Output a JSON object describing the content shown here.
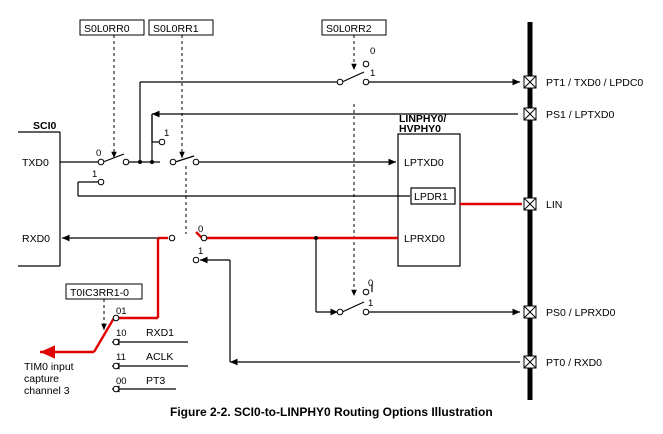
{
  "figure": {
    "caption": "Figure 2-2. SCI0-to-LINPHY0 Routing Options Illustration"
  },
  "registers": {
    "s0l0rr0": "S0L0RR0",
    "s0l0rr1": "S0L0RR1",
    "s0l0rr2": "S0L0RR2",
    "t0ic3rr": "T0IC3RR1-0"
  },
  "sci": {
    "title": "SCI0",
    "txd": "TXD0",
    "rxd": "RXD0"
  },
  "linphy": {
    "title_line1": "LINPHY0/",
    "title_line2": "HVPHY0",
    "lptxd": "LPTXD0",
    "lpdr": "LPDR1",
    "lprxd": "LPRXD0"
  },
  "pins": {
    "pt1": "PT1 / TXD0 / LPDC0",
    "ps1": "PS1 / LPTXD0",
    "lin": "LIN",
    "ps0": "PS0 / LPRXD0",
    "pt0": "PT0 / RXD0"
  },
  "switch_states": {
    "rr0_0": "0",
    "rr0_1": "1",
    "rr1_1": "1",
    "rr1_0": "0",
    "rr1_1b": "1",
    "rr2a_0": "0",
    "rr2a_1": "1",
    "rr2b_0": "0",
    "rr2b_1": "1",
    "tim_01": "01",
    "tim_10": "10",
    "tim_11": "11",
    "tim_00": "00"
  },
  "tim": {
    "rxd1": "RXD1",
    "aclk": "ACLK",
    "pt3": "PT3",
    "label_line1": "TIM0 input",
    "label_line2": "capture",
    "label_line3": "channel 3"
  },
  "colors": {
    "highlight": "#e00000",
    "wire": "#000000",
    "bus": "#000000"
  }
}
